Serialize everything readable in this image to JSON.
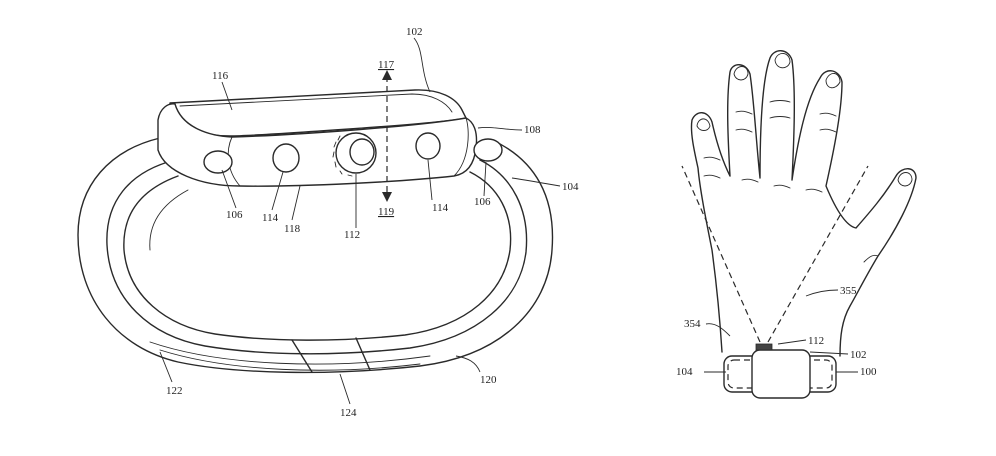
{
  "watch_figure": {
    "labels": {
      "l102": "102",
      "l117": "117",
      "l116": "116",
      "l108": "108",
      "l104": "104",
      "l106_left": "106",
      "l114_left": "114",
      "l118": "118",
      "l112": "112",
      "l119": "119",
      "l114_right": "114",
      "l106_right": "106",
      "l122": "122",
      "l124": "124",
      "l120": "120"
    }
  },
  "hand_figure": {
    "labels": {
      "l355": "355",
      "l354": "354",
      "l112": "112",
      "l102": "102",
      "l104": "104",
      "l100": "100"
    }
  }
}
